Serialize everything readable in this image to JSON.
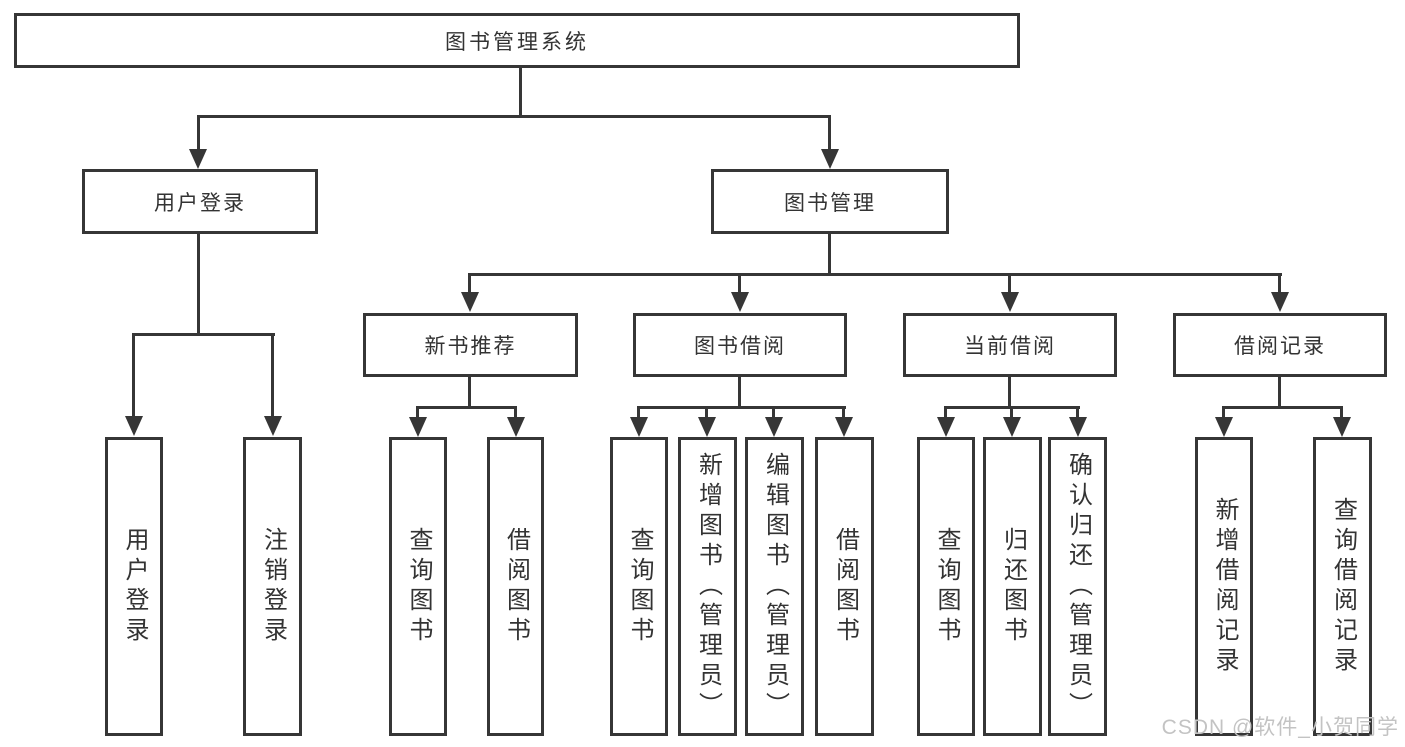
{
  "colors": {
    "line": "#363636",
    "text": "#333333",
    "background": "#ffffff",
    "watermark": "#c3c3c3"
  },
  "watermark": {
    "text": "CSDN @软件_小贺同学"
  },
  "tree": {
    "root": {
      "label": "图书管理系统"
    },
    "branches": [
      {
        "label": "用户登录",
        "children": [
          {
            "label": "用户登录"
          },
          {
            "label": "注销登录"
          }
        ]
      },
      {
        "label": "图书管理",
        "children": [
          {
            "label": "新书推荐",
            "children": [
              {
                "label": "查询图书"
              },
              {
                "label": "借阅图书"
              }
            ]
          },
          {
            "label": "图书借阅",
            "children": [
              {
                "label": "查询图书"
              },
              {
                "label": "新增图书（管理员）"
              },
              {
                "label": "编辑图书（管理员）"
              },
              {
                "label": "借阅图书"
              }
            ]
          },
          {
            "label": "当前借阅",
            "children": [
              {
                "label": "查询图书"
              },
              {
                "label": "归还图书"
              },
              {
                "label": "确认归还（管理员）"
              }
            ]
          },
          {
            "label": "借阅记录",
            "children": [
              {
                "label": "新增借阅记录"
              },
              {
                "label": "查询借阅记录"
              }
            ]
          }
        ]
      }
    ]
  }
}
